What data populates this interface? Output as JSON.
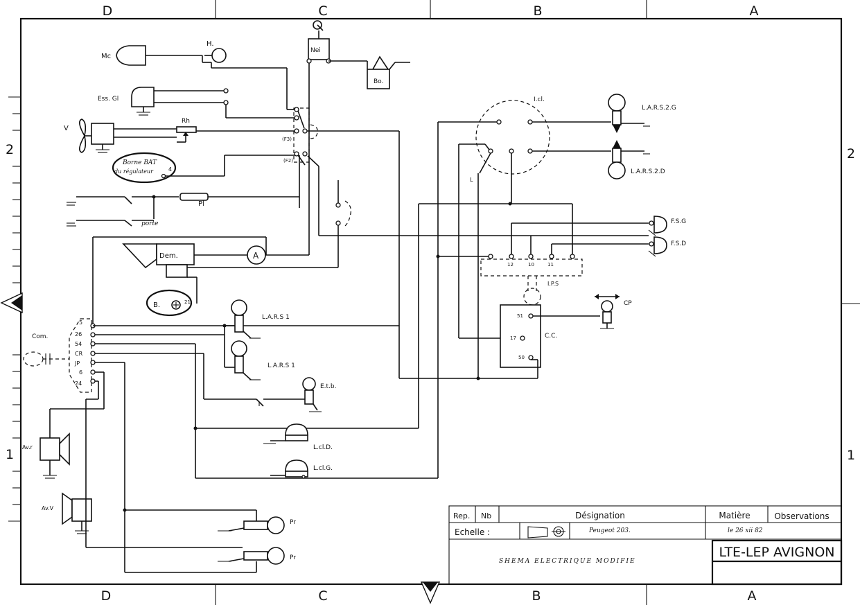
{
  "border": {
    "cols_top": [
      "D",
      "C",
      "B",
      "A"
    ],
    "cols_bottom": [
      "D",
      "C",
      "B",
      "A"
    ],
    "rows_left": [
      "2",
      "1"
    ],
    "rows_right": [
      "2",
      "1"
    ]
  },
  "labels": {
    "mc": "Mc",
    "h": "H.",
    "nei": "Nei",
    "bo": "Bo.",
    "ess_gl": "Ess. Gl",
    "v": "V",
    "rh": "Rh",
    "f3": "(F3)",
    "f2": "(F2)",
    "borne_line1": "Borne BAT",
    "borne_line2": "du régulateur",
    "borne_num": "4",
    "pl": "Pl",
    "porte": "porte",
    "dem": "Dem.",
    "ammeter": "A",
    "battery": "B.",
    "battery_term": "21",
    "com": "Com.",
    "com_pins": [
      "5",
      "26",
      "54",
      "CR",
      "JP",
      "6",
      "24"
    ],
    "lars1a": "L.A.R.S 1",
    "lars1b": "L.A.R.S 1",
    "etb": "E.t.b.",
    "lcld": "L.cl.D.",
    "lclg": "L.cl.G.",
    "avr": "Av.r",
    "avv": "Av.V",
    "pr1": "Pr",
    "pr2": "Pr",
    "icl": "I.cl.",
    "lars2g": "L.A.R.S.2.G",
    "lars2d": "L.A.R.S.2.D",
    "l_small": "L",
    "fsg": "F.S.G",
    "fsd": "F.S.D",
    "ips": "I.P.S",
    "ips_pins": [
      "12",
      "10",
      "11"
    ],
    "cc": "C.C.",
    "cc_pins": [
      "51",
      "17",
      "50"
    ],
    "cp": "CP"
  },
  "title_block": {
    "headers": {
      "rep": "Rep.",
      "nb": "Nb",
      "designation": "Désignation",
      "matiere": "Matière",
      "observations": "Observations"
    },
    "echelle": "Echelle :",
    "vehicle": "Peugeot 203.",
    "date": "le 26 xii 82",
    "title": "SHEMA ELECTRIQUE MODIFIE",
    "school": "LTE-LEP AVIGNON"
  }
}
